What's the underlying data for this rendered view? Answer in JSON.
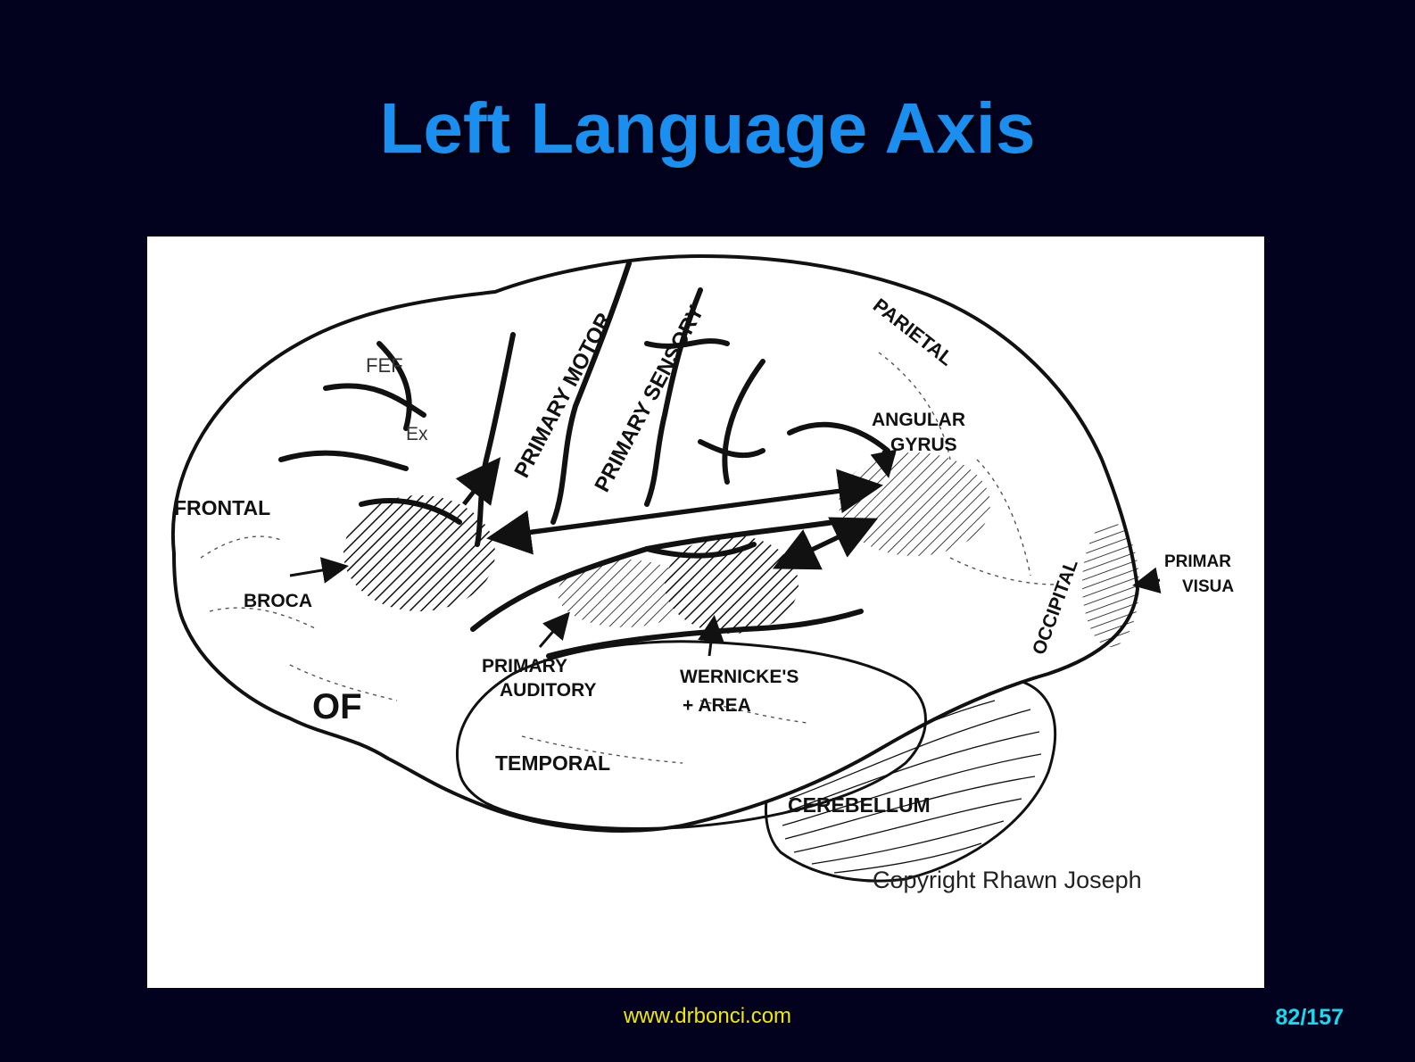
{
  "slide": {
    "title": "Left Language Axis",
    "footer_url": "www.drbonci.com",
    "page_number": "82/157"
  },
  "diagram": {
    "labels": {
      "fef": "FEF",
      "ex": "Ex",
      "frontal": "FRONTAL",
      "broca": "BROCA",
      "of": "OF",
      "primary_motor": "PRIMARY MOTOR",
      "primary_sensory": "PRIMARY SENSORY",
      "parietal": "PARIETAL",
      "angular_gyrus_1": "ANGULAR",
      "angular_gyrus_2": "GYRUS",
      "primary_visual_1": "PRIMAR",
      "primary_visual_2": "VISUA",
      "occipital": "OCCIPITAL",
      "primary_auditory_1": "PRIMARY",
      "primary_auditory_2": "AUDITORY",
      "wernicke_1": "WERNICKE'S",
      "wernicke_2": "+ AREA",
      "temporal": "TEMPORAL",
      "cerebellum": "CEREBELLUM",
      "copyright": "Copyright Rhawn Joseph"
    },
    "colors": {
      "ink": "#111111",
      "paper": "#ffffff"
    }
  }
}
